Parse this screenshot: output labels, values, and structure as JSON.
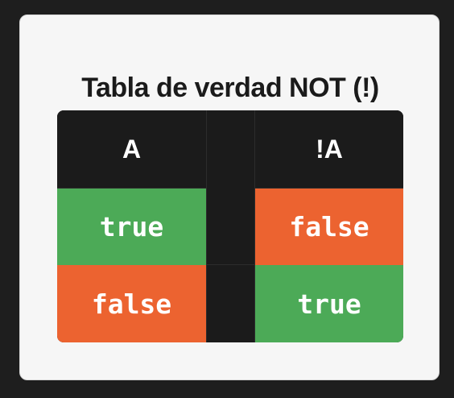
{
  "title": "Tabla de verdad NOT (!)",
  "colors": {
    "true": "#4caa57",
    "false": "#ec6330",
    "header": "#1b1b1b",
    "card": "#f6f6f6",
    "background": "#1e1e1e"
  },
  "table": {
    "headers": [
      "A",
      "!A"
    ],
    "rows": [
      {
        "a": "true",
        "not_a": "false"
      },
      {
        "a": "false",
        "not_a": "true"
      }
    ]
  }
}
